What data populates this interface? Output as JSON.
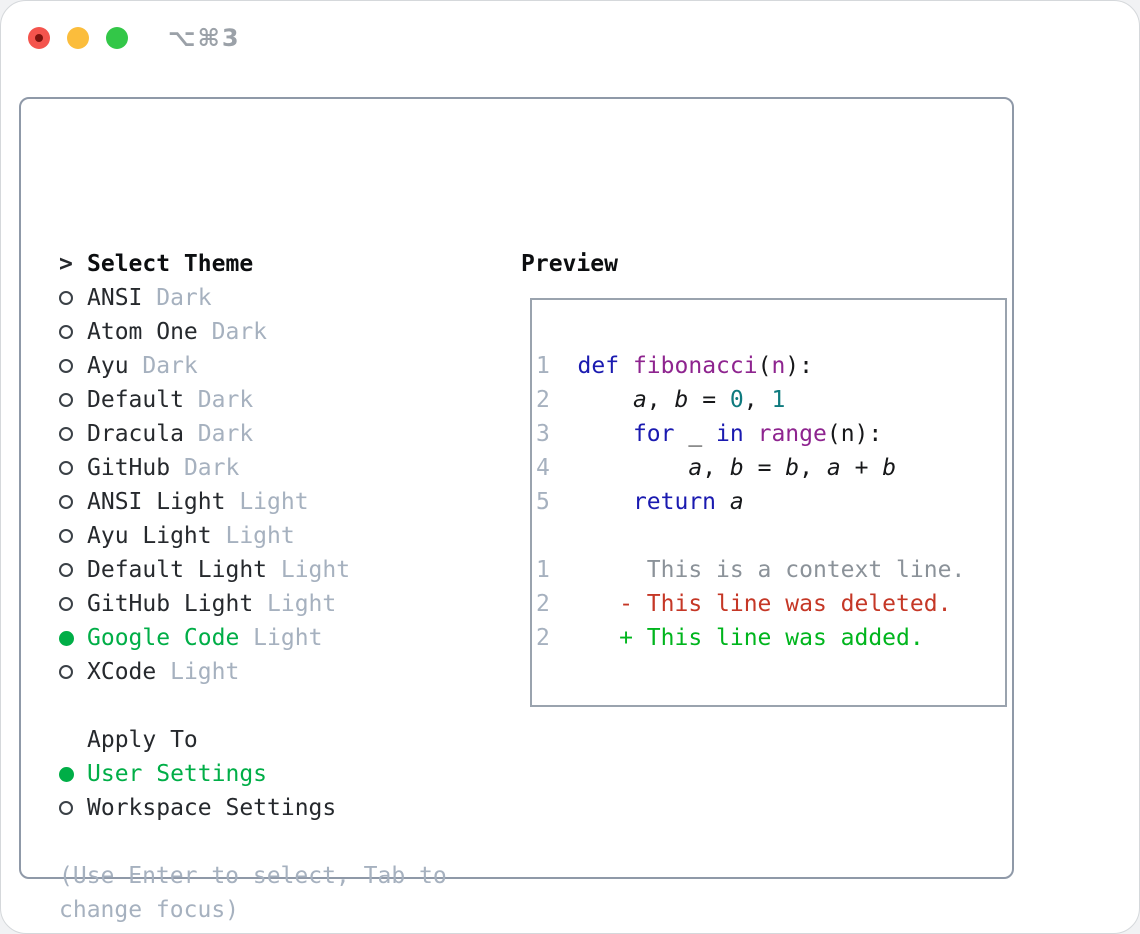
{
  "window": {
    "title": "⌥⌘3",
    "traffic_lights": [
      "close",
      "minimize",
      "zoom"
    ]
  },
  "colors": {
    "text": "#26292d",
    "gray": "#a6b1bf",
    "green": "#00ae47",
    "kw": "#1a1ab0",
    "fn": "#8e248f",
    "lit": "#0e7a7e",
    "pl": "#17181a",
    "lineno": "#a6b1bf",
    "ctx": "#8b9299",
    "del": "#c53726",
    "add": "#00b51d"
  },
  "theme_selector": {
    "cursor": ">",
    "title": "Select Theme",
    "items": [
      {
        "name": "ANSI",
        "tag": "Dark",
        "selected": false
      },
      {
        "name": "Atom One",
        "tag": "Dark",
        "selected": false
      },
      {
        "name": "Ayu",
        "tag": "Dark",
        "selected": false
      },
      {
        "name": "Default",
        "tag": "Dark",
        "selected": false
      },
      {
        "name": "Dracula",
        "tag": "Dark",
        "selected": false
      },
      {
        "name": "GitHub",
        "tag": "Dark",
        "selected": false
      },
      {
        "name": "ANSI Light",
        "tag": "Light",
        "selected": false
      },
      {
        "name": "Ayu Light",
        "tag": "Light",
        "selected": false
      },
      {
        "name": "Default Light",
        "tag": "Light",
        "selected": false
      },
      {
        "name": "GitHub Light",
        "tag": "Light",
        "selected": false
      },
      {
        "name": "Google Code",
        "tag": "Light",
        "selected": true
      },
      {
        "name": "XCode",
        "tag": "Light",
        "selected": false
      }
    ]
  },
  "apply_to": {
    "title": "Apply To",
    "options": [
      {
        "name": "User Settings",
        "selected": true
      },
      {
        "name": "Workspace Settings",
        "selected": false
      }
    ]
  },
  "hint_lines": [
    "(Use Enter to select, Tab to",
    "change focus)"
  ],
  "preview": {
    "title": "Preview",
    "lines": [
      {
        "name": "code-line-1",
        "num": "1",
        "tokens": [
          [
            "kw",
            "def"
          ],
          [
            "pl",
            " "
          ],
          [
            "fn",
            "fibonacci"
          ],
          [
            "pl",
            "("
          ],
          [
            "fn",
            "n"
          ],
          [
            "pl",
            "):"
          ]
        ]
      },
      {
        "name": "code-line-2",
        "num": "2",
        "tokens": [
          [
            "pl",
            "    "
          ],
          [
            "var",
            "a"
          ],
          [
            "pl",
            ", "
          ],
          [
            "var",
            "b"
          ],
          [
            "pl",
            " = "
          ],
          [
            "lit",
            "0"
          ],
          [
            "pl",
            ", "
          ],
          [
            "lit",
            "1"
          ]
        ]
      },
      {
        "name": "code-line-3",
        "num": "3",
        "tokens": [
          [
            "pl",
            "    "
          ],
          [
            "kw",
            "for"
          ],
          [
            "pl",
            " _ "
          ],
          [
            "kw",
            "in"
          ],
          [
            "pl",
            " "
          ],
          [
            "fn",
            "range"
          ],
          [
            "pl",
            "(n):"
          ]
        ]
      },
      {
        "name": "code-line-4",
        "num": "4",
        "tokens": [
          [
            "pl",
            "        "
          ],
          [
            "var",
            "a"
          ],
          [
            "pl",
            ", "
          ],
          [
            "var",
            "b"
          ],
          [
            "pl",
            " = "
          ],
          [
            "var",
            "b"
          ],
          [
            "pl",
            ", "
          ],
          [
            "var",
            "a"
          ],
          [
            "pl",
            " + "
          ],
          [
            "var",
            "b"
          ]
        ]
      },
      {
        "name": "code-line-5",
        "num": "5",
        "tokens": [
          [
            "pl",
            "    "
          ],
          [
            "kw",
            "return"
          ],
          [
            "pl",
            " "
          ],
          [
            "var",
            "a"
          ]
        ]
      },
      {
        "name": "blank-line",
        "num": "",
        "tokens": []
      },
      {
        "name": "diff-context-line",
        "num": "1",
        "tokens": [
          [
            "ctx",
            "     This is a context line."
          ]
        ]
      },
      {
        "name": "diff-deleted-line",
        "num": "2",
        "tokens": [
          [
            "del",
            "   - This line was deleted."
          ]
        ]
      },
      {
        "name": "diff-added-line",
        "num": "2",
        "tokens": [
          [
            "add",
            "   + This line was added."
          ]
        ]
      }
    ]
  }
}
